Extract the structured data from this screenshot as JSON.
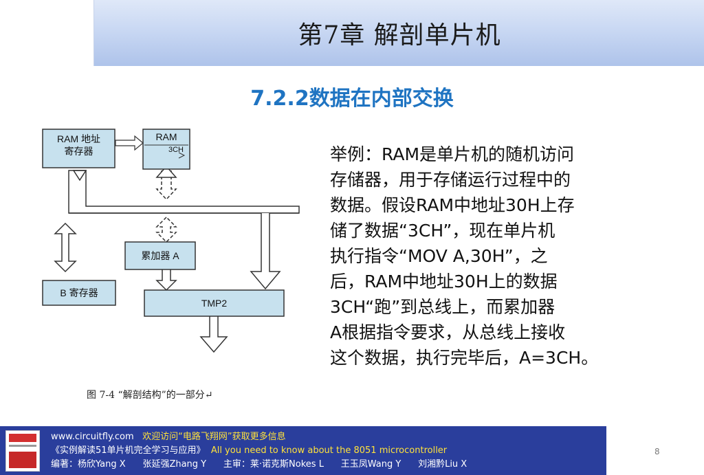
{
  "header": {
    "chapter_title": "第7章  解剖单片机"
  },
  "section": {
    "title": "7.2.2数据在内部交换"
  },
  "diagram": {
    "ram_addr_label": "RAM 地址\n寄存器",
    "ram_label": "RAM",
    "ram_value": "3CH",
    "acc_label": "累加器 A",
    "b_reg_label": "B 寄存器",
    "tmp2_label": "TMP2",
    "caption": "图 7-4  “解剖结构”的一部分↵"
  },
  "body": {
    "lines": [
      "举例：RAM是单片机的随机访问",
      "存储器，用于存储运行过程中的",
      "数据。假设RAM中地址30H上存",
      "储了数据“3CH”，现在单片机",
      "执行指令“MOV  A,30H”，之",
      "后，RAM中地址30H上的数据",
      "3CH“跑”到总线上，而累加器",
      "A根据指令要求，从总线上接收",
      "这个数据，执行完毕后，A=3CH。"
    ]
  },
  "footer": {
    "site": "www.circuitfly.com",
    "welcome": "欢迎访问“电路飞翔网”获取更多信息",
    "book_cn": "《实例解读51单片机完全学习与应用》",
    "book_en": "All you need to know about the 8051 microcontroller",
    "authors": "编著：杨欣Yang X      张延强Zhang Y      主审：莱·诺克斯Nokes L      王玉凤Wang Y      刘湘黔Liu X"
  },
  "page_number": "8",
  "colors": {
    "title_blue": "#1f74c2",
    "footer_blue": "#2a3e9c",
    "box_fill": "#c7e1ee",
    "footer_highlight": "#ffe23b"
  }
}
